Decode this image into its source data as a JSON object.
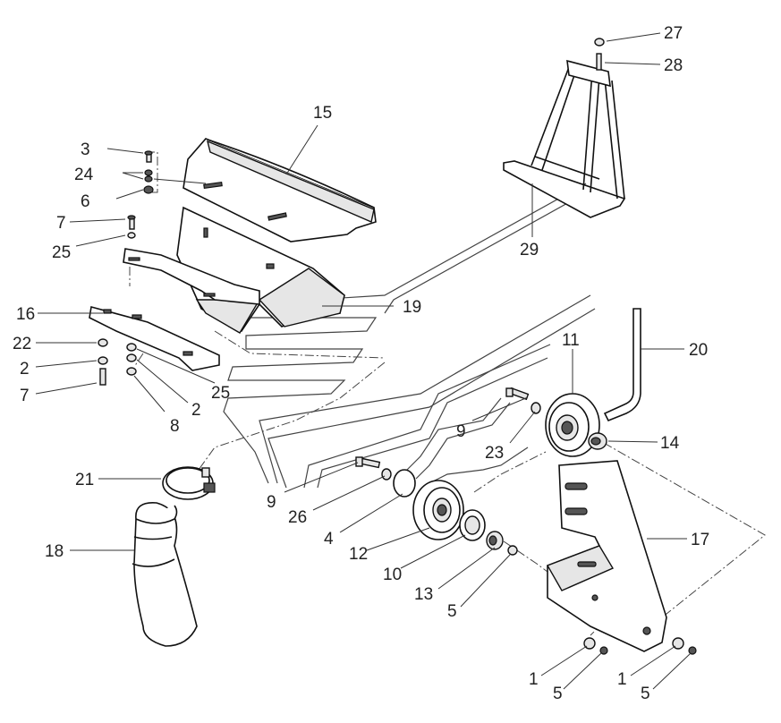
{
  "callouts": [
    {
      "id": "c27",
      "text": "27"
    },
    {
      "id": "c28",
      "text": "28"
    },
    {
      "id": "c15",
      "text": "15"
    },
    {
      "id": "c3",
      "text": "3"
    },
    {
      "id": "c24",
      "text": "24"
    },
    {
      "id": "c6",
      "text": "6"
    },
    {
      "id": "c7a",
      "text": "7"
    },
    {
      "id": "c25a",
      "text": "25"
    },
    {
      "id": "c29",
      "text": "29"
    },
    {
      "id": "c16",
      "text": "16"
    },
    {
      "id": "c19",
      "text": "19"
    },
    {
      "id": "c22",
      "text": "22"
    },
    {
      "id": "c2a",
      "text": "2"
    },
    {
      "id": "c25b",
      "text": "25"
    },
    {
      "id": "c7b",
      "text": "7"
    },
    {
      "id": "c2b",
      "text": "2"
    },
    {
      "id": "c8",
      "text": "8"
    },
    {
      "id": "c11",
      "text": "11"
    },
    {
      "id": "c20",
      "text": "20"
    },
    {
      "id": "c9a",
      "text": "9"
    },
    {
      "id": "c14",
      "text": "14"
    },
    {
      "id": "c23",
      "text": "23"
    },
    {
      "id": "c21",
      "text": "21"
    },
    {
      "id": "c9b",
      "text": "9"
    },
    {
      "id": "c26",
      "text": "26"
    },
    {
      "id": "c17",
      "text": "17"
    },
    {
      "id": "c4",
      "text": "4"
    },
    {
      "id": "c12",
      "text": "12"
    },
    {
      "id": "c18",
      "text": "18"
    },
    {
      "id": "c10",
      "text": "10"
    },
    {
      "id": "c13",
      "text": "13"
    },
    {
      "id": "c5a",
      "text": "5"
    },
    {
      "id": "c1a",
      "text": "1"
    },
    {
      "id": "c5b",
      "text": "5"
    },
    {
      "id": "c1b",
      "text": "1"
    },
    {
      "id": "c5c",
      "text": "5"
    }
  ]
}
